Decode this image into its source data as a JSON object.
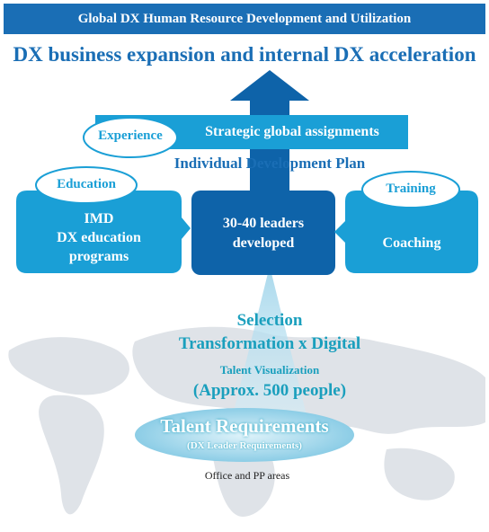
{
  "banner": {
    "title": "Global DX Human Resource Development and Utilization"
  },
  "headline": "DX business expansion and internal DX acceleration",
  "assignments": {
    "tag": "Experience",
    "label": "Strategic global assignments"
  },
  "plan_label": "Individual Development Plan",
  "education": {
    "tag": "Education",
    "lines": [
      "IMD",
      "DX education",
      "programs"
    ]
  },
  "center_box": {
    "lines": [
      "30-40 leaders",
      "developed"
    ]
  },
  "training": {
    "tag": "Training",
    "label": "Coaching"
  },
  "base": {
    "selection": "Selection",
    "transformation": "Transformation x Digital",
    "visualization": "Talent Visualization",
    "approx": "(Approx. 500 people)",
    "requirements": "Talent Requirements",
    "requirements_sub": "(DX Leader Requirements)",
    "areas": "Office and PP areas"
  },
  "colors": {
    "banner": "#1a6eb5",
    "light_blue": "#1a9fd6",
    "dark_blue": "#0e63a9",
    "text_teal": "#1a9fbd",
    "map": "#d9dde3"
  }
}
